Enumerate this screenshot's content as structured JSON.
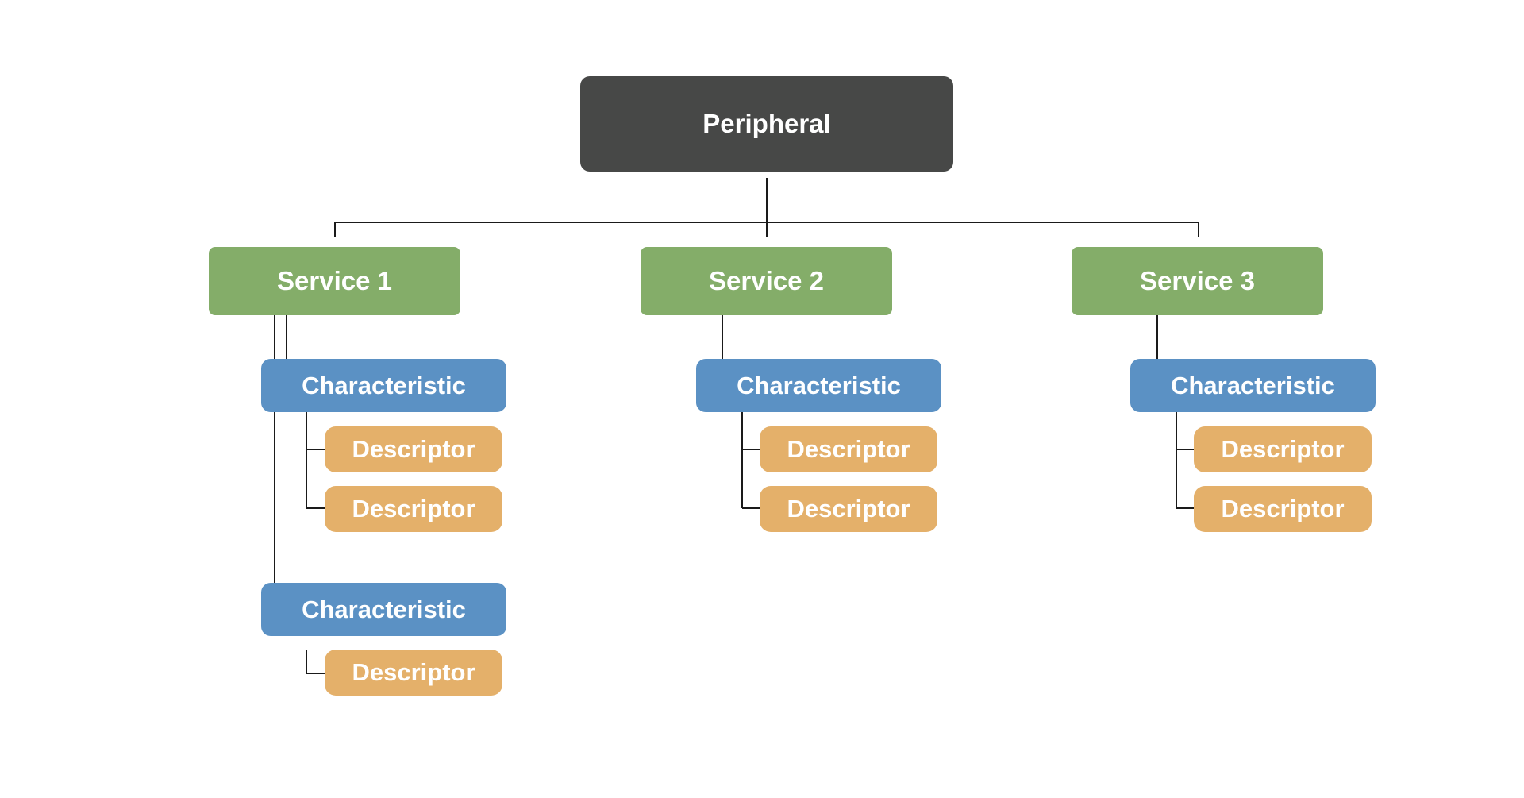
{
  "colors": {
    "peripheral": "#474847",
    "service": "#84ad69",
    "characteristic": "#5b91c4",
    "descriptor": "#e4b06a",
    "connector": "#1a1a1a"
  },
  "peripheral": {
    "label": "Peripheral"
  },
  "services": [
    {
      "label": "Service 1",
      "characteristics": [
        {
          "label": "Characteristic",
          "descriptors": [
            "Descriptor",
            "Descriptor"
          ]
        },
        {
          "label": "Characteristic",
          "descriptors": [
            "Descriptor"
          ]
        }
      ]
    },
    {
      "label": "Service 2",
      "characteristics": [
        {
          "label": "Characteristic",
          "descriptors": [
            "Descriptor",
            "Descriptor"
          ]
        }
      ]
    },
    {
      "label": "Service 3",
      "characteristics": [
        {
          "label": "Characteristic",
          "descriptors": [
            "Descriptor",
            "Descriptor"
          ]
        }
      ]
    }
  ]
}
